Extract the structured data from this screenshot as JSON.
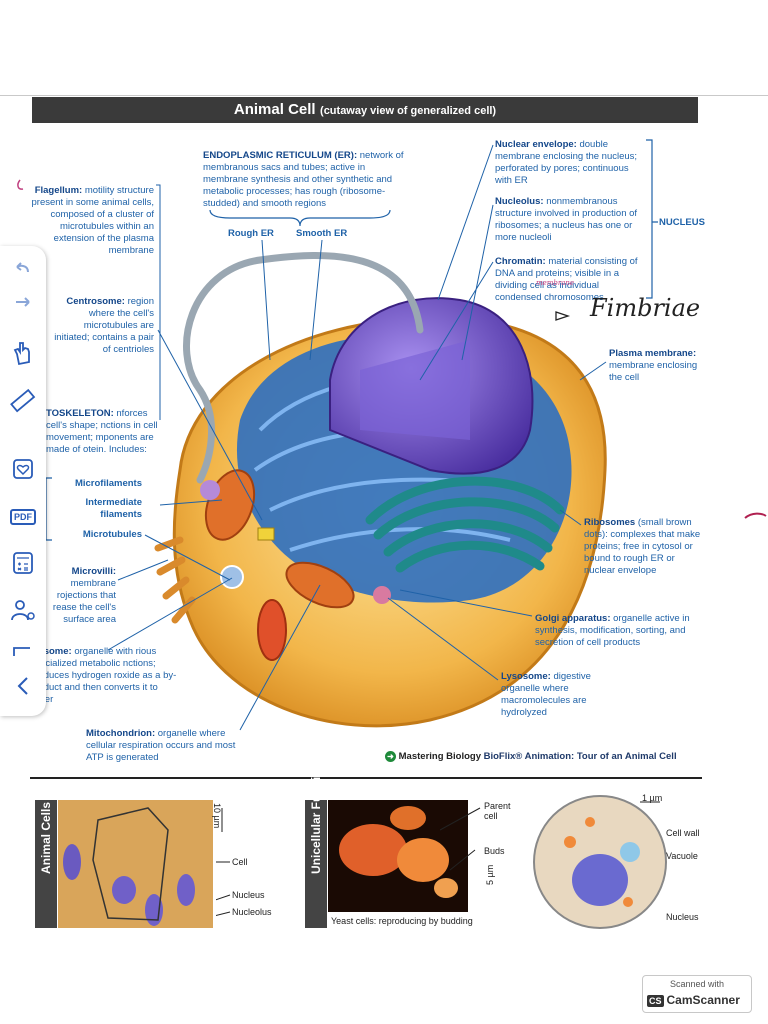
{
  "figure": {
    "title_main": "Animal Cell",
    "title_sub": "(cutaway view of generalized cell)"
  },
  "labels": {
    "er": {
      "name": "ENDOPLASMIC RETICULUM (ER):",
      "desc": "network of membranous sacs and tubes; active in membrane synthesis and other synthetic and metabolic processes; has rough (ribosome-studded) and smooth regions"
    },
    "rough_er": "Rough ER",
    "smooth_er": "Smooth ER",
    "flagellum": {
      "name": "Flagellum:",
      "desc": "motility structure present in some animal cells, composed of a cluster of microtubules within an extension of the plasma membrane"
    },
    "centrosome": {
      "name": "Centrosome:",
      "desc": "region where the cell's microtubules are initiated; contains a pair of centrioles"
    },
    "cytoskeleton": {
      "name": "TOSKELETON:",
      "desc": "nforces cell's shape; nctions in cell movement; mponents are made of otein. Includes:"
    },
    "microfilaments": "Microfilaments",
    "intermediate": "Intermediate filaments",
    "microtubules": "Microtubules",
    "microvilli": {
      "name": "Microvilli:",
      "desc": "membrane rojections that rease the cell's surface area"
    },
    "peroxisome": {
      "name": "oxisome:",
      "desc": "organelle with rious specialized metabolic nctions; produces hydrogen roxide as a by-product and then converts it to water"
    },
    "mitochondrion": {
      "name": "Mitochondrion:",
      "desc": "organelle where cellular respiration occurs and most ATP is generated"
    },
    "nuclear_envelope": {
      "name": "Nuclear envelope:",
      "desc": "double membrane enclosing the nucleus; perforated by pores; continuous with ER"
    },
    "nucleolus": {
      "name": "Nucleolus:",
      "desc": "nonmembranous structure involved in production of ribosomes; a nucleus has one or more nucleoli"
    },
    "chromatin": {
      "name": "Chromatin:",
      "desc": "material consisting of DNA and proteins; visible in a dividing cell as individual condensed chromosomes"
    },
    "nucleus_group": "NUCLEUS",
    "plasma_membrane": {
      "name": "Plasma membrane:",
      "desc": "membrane enclosing the cell"
    },
    "ribosomes": {
      "name": "Ribosomes",
      "desc": "(small brown dots): complexes that make proteins; free in cytosol or bound to rough ER or nuclear envelope"
    },
    "golgi": {
      "name": "Golgi apparatus:",
      "desc": "organelle active in synthesis, modification, sorting, and secretion of cell products"
    },
    "lysosome": {
      "name": "Lysosome:",
      "desc": "digestive organelle where macromolecules are hydrolyzed"
    },
    "mastering": "Mastering Biology",
    "bioflix": "BioFlix® Animation: Tour of an Animal Cell"
  },
  "handwriting": {
    "fimbriae": "Fimbriae",
    "membrane_note": "membrane"
  },
  "bottom": {
    "animal_cells_tab": "Animal Cells",
    "scale_10": "10 µm",
    "cell": "Cell",
    "nucleus": "Nucleus",
    "nucleolus": "Nucleolus",
    "fungi_tab": "Unicellular Fungi",
    "parent_cell": "Parent cell",
    "buds": "Buds",
    "scale_5": "5 µm",
    "yeast_caption": "Yeast cells: reproducing by budding",
    "scale_1": "1 µm",
    "cell_wall": "Cell wall",
    "vacuole": "Vacuole",
    "nucleus_right": "Nucleus"
  },
  "toolbar": {
    "items": [
      "undo-icon",
      "redo-icon",
      "hand-icon",
      "ruler-icon",
      "bookmark-heart-icon",
      "pdf-icon",
      "calculator-icon",
      "share-users-icon",
      "collapse-icon"
    ],
    "pdf_label": "PDF"
  },
  "camscanner": {
    "top": "Scanned with",
    "logo": "CS",
    "brand": "CamScanner"
  },
  "colors": {
    "label_blue": "#1f62a8",
    "title_bar": "#3a3a3a",
    "cytoplasm": "#f2b64a",
    "nucleus": "#6a4fc2",
    "er": "#2e6fc0",
    "golgi": "#1f8a8a",
    "mitochondria": "#e0702a"
  }
}
